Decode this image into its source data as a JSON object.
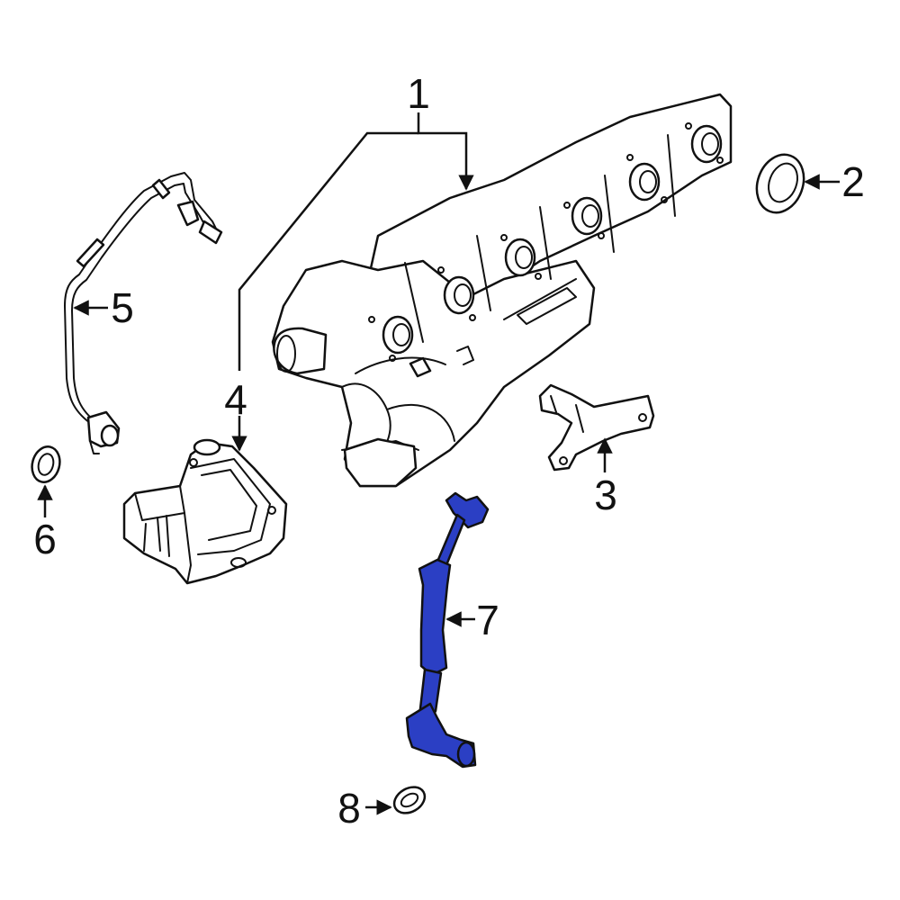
{
  "diagram": {
    "highlight_color": "#2b3fc4",
    "callouts": [
      {
        "id": "1",
        "label": "1"
      },
      {
        "id": "2",
        "label": "2"
      },
      {
        "id": "3",
        "label": "3"
      },
      {
        "id": "4",
        "label": "4"
      },
      {
        "id": "5",
        "label": "5"
      },
      {
        "id": "6",
        "label": "6"
      },
      {
        "id": "7",
        "label": "7"
      },
      {
        "id": "8",
        "label": "8"
      }
    ]
  }
}
